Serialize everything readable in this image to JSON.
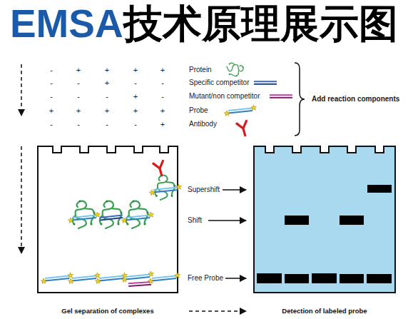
{
  "diagram": {
    "title": "EMSA技术原理展示图",
    "nodes": [
      {
        "text": [
          "Gel separation of complexes"
        ]
      },
      {
        "text": [
          "Detection of labeled probe"
        ]
      }
    ],
    "edges": [
      {
        "from": 0,
        "to": 1,
        "arrow": "to"
      }
    ],
    "labels": [
      "-",
      "+",
      "+",
      "+",
      "+",
      "Protein",
      "-",
      "-",
      "+",
      "-",
      "-",
      "Specific competitor",
      "-",
      "-",
      "-",
      "+",
      "-",
      "Mutant/non competitor",
      "+",
      "+",
      "+",
      "+",
      "+",
      "Probe",
      "-",
      "-",
      "-",
      "-",
      "+",
      "Antibody",
      "Add reaction components",
      "Supershift",
      "Shift",
      "Free Probe"
    ]
  }
}
